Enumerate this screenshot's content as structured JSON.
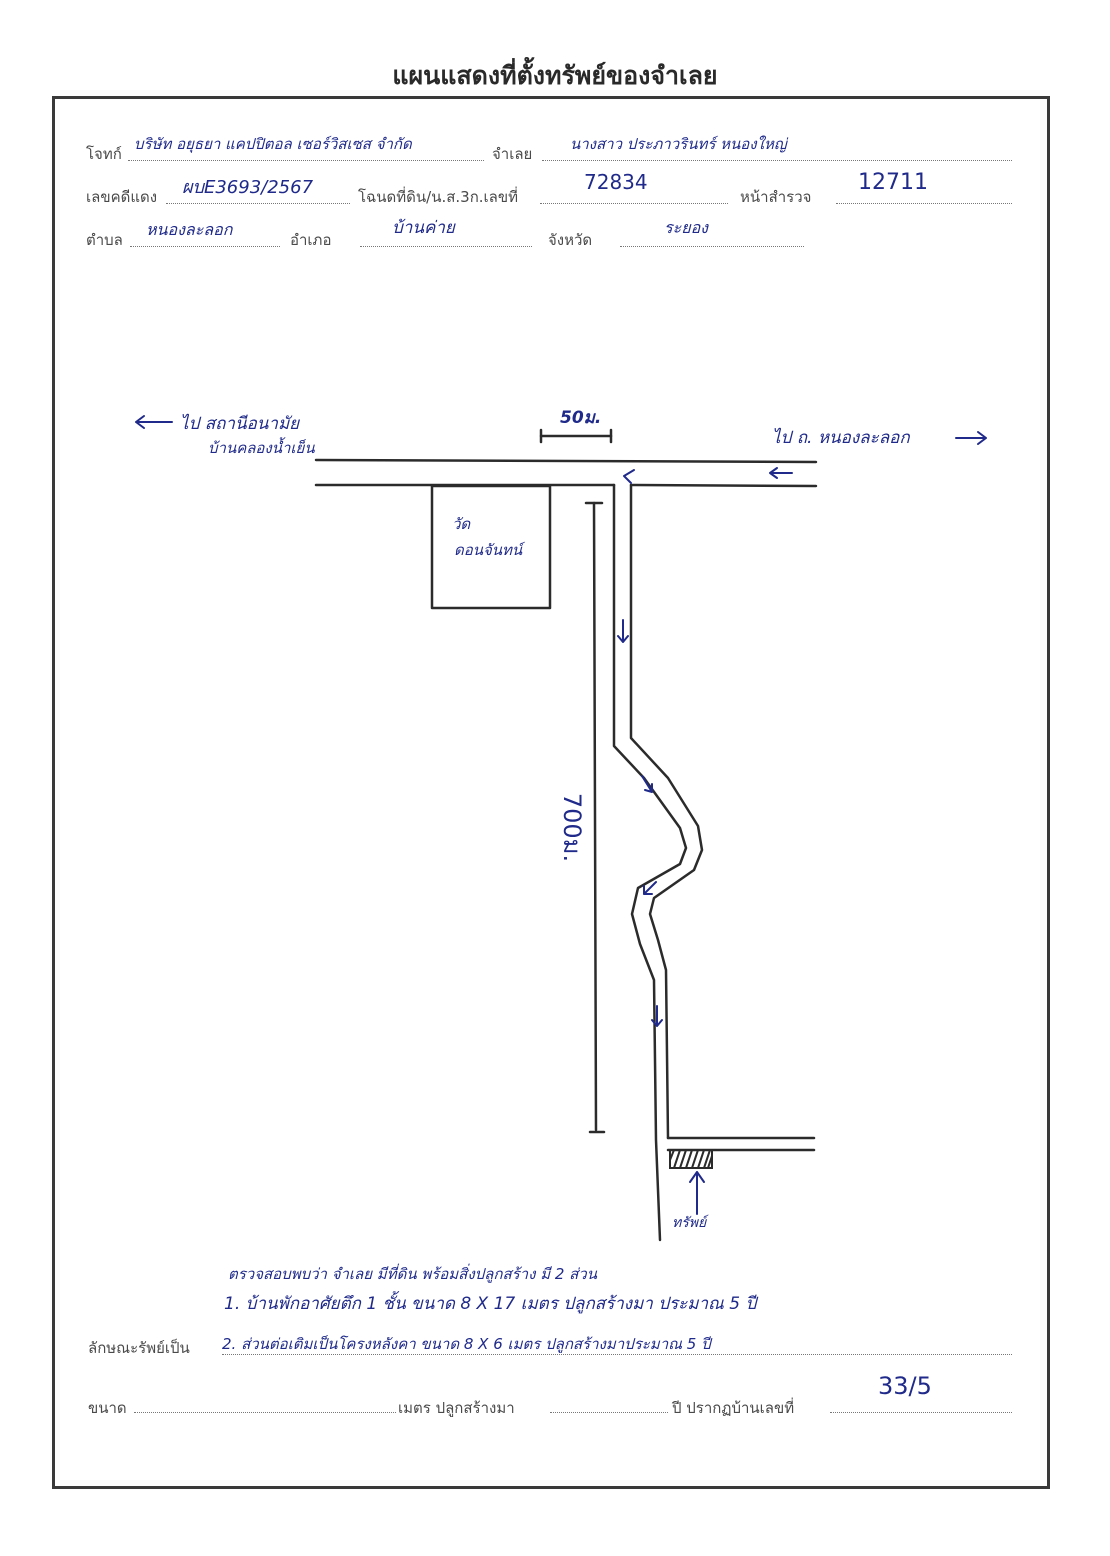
{
  "title": "แผนแสดงที่ตั้งทรัพย์ของจำเลย",
  "form": {
    "plaintiff_label": "โจทก์",
    "plaintiff_value": "บริษัท อยุธยา แคปปิตอล เซอร์วิสเซส จำกัด",
    "defendant_label": "จำเลย",
    "defendant_value": "นางสาว ประภาวรินทร์ หนองใหญ่",
    "case_label": "เลขคดีแดง",
    "case_value": "ผบE3693/2567",
    "deed_label": "โฉนดที่ดิน/น.ส.3ก.เลขที่",
    "deed_value": "72834",
    "survey_label": "หน้าสำรวจ",
    "survey_value": "12711",
    "subdistrict_label": "ตำบล",
    "subdistrict_value": "หนองละลอก",
    "district_label": "อำเภอ",
    "district_value": "บ้านค่าย",
    "province_label": "จังหวัด",
    "province_value": "ระยอง",
    "property_desc_label": "ลักษณะรัพย์เป็น",
    "size_label": "ขนาด",
    "size_unit_label": "เมตร ปลูกสร้างมา",
    "year_label": "ปี ปรากฏบ้านเลขที่",
    "house_no_value": "33/5"
  },
  "map": {
    "left_destination_line1": "ไป สถานีอนามัย",
    "left_destination_line2": "บ้านคลองน้ำเย็น",
    "right_destination": "ไป ถ. หนองละลอก",
    "scale_label": "50ม.",
    "distance_label": "700ม.",
    "temple_line1": "วัด",
    "temple_line2": "ดอนจันทน์",
    "property_marker": "ทรัพย์"
  },
  "notes": {
    "line1": "ตรวจสอบพบว่า จำเลย มีที่ดิน พร้อมสิ่งปลูกสร้าง มี 2 ส่วน",
    "line2": "1. บ้านพักอาศัยตึก 1 ชั้น ขนาด 8 X 17 เมตร ปลูกสร้างมา ประมาณ 5 ปี",
    "line3": "2. ส่วนต่อเติมเป็นโครงหลังคา ขนาด 8 X 6 เมตร ปลูกสร้างมาประมาณ 5 ปี"
  },
  "colors": {
    "ink": "#1f2a8a",
    "line": "#2b2b2b",
    "frame": "#3a3a3a"
  }
}
